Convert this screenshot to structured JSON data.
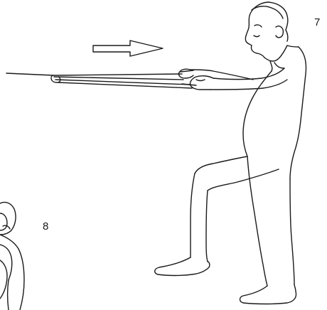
{
  "figure": {
    "steps": [
      {
        "number": "7"
      },
      {
        "number": "8"
      }
    ],
    "arrow": {
      "direction": "right"
    },
    "stroke_color": "#1a1a1a"
  }
}
